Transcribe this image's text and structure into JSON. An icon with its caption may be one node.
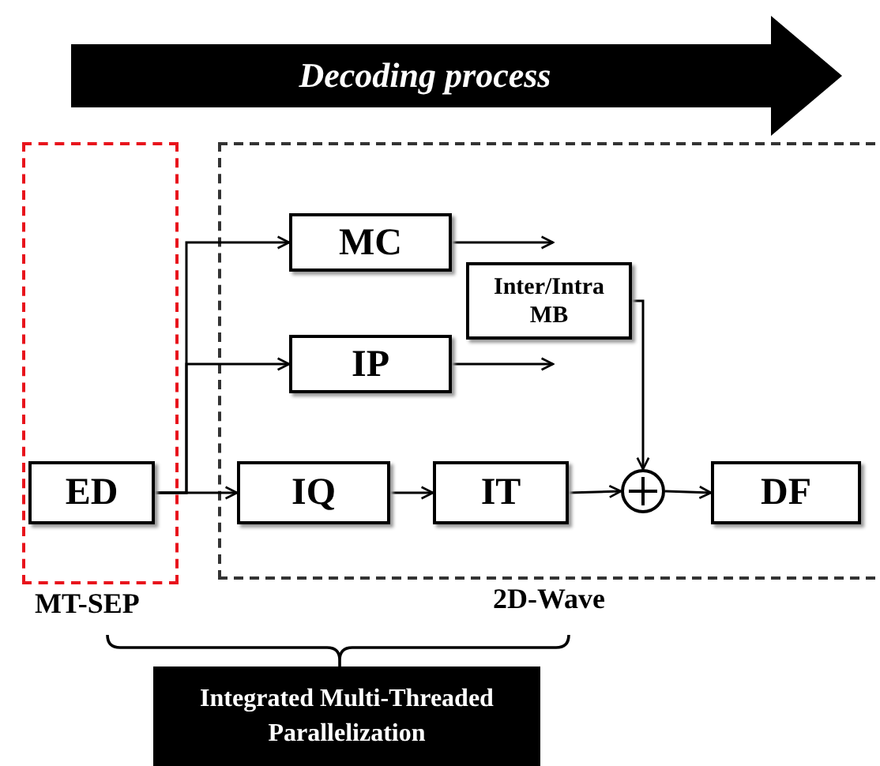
{
  "diagram": {
    "nodes": [
      {
        "text": [
          "Decoding process"
        ]
      },
      {
        "text": [
          "MT-SEP"
        ]
      },
      {
        "text": [
          "2D-Wave"
        ]
      },
      {
        "text": [
          "ED"
        ],
        "in": 1
      },
      {
        "text": [
          "MC"
        ],
        "in": 2
      },
      {
        "text": [
          "Inter/Intra MB"
        ],
        "in": 2
      },
      {
        "text": [
          "IP"
        ],
        "in": 2
      },
      {
        "text": [
          "IQ"
        ],
        "in": 2
      },
      {
        "text": [
          "IT"
        ],
        "in": 2
      },
      {
        "text": [],
        "shape": "circle",
        "in": 2
      },
      {
        "text": [
          "DF"
        ],
        "in": 2
      },
      {
        "text": [
          "Integrated Multi-Threaded Parallelization"
        ]
      }
    ],
    "edges": [
      {
        "from": 3,
        "to": 4,
        "arrow": "to"
      },
      {
        "from": 3,
        "to": 6,
        "arrow": "to"
      },
      {
        "from": 3,
        "to": 7,
        "arrow": "to"
      },
      {
        "from": 4,
        "to": 5,
        "arrow": "to"
      },
      {
        "from": 6,
        "to": 5,
        "arrow": "to"
      },
      {
        "from": 7,
        "to": 8,
        "arrow": "to"
      },
      {
        "from": 8,
        "to": 9,
        "arrow": "to"
      },
      {
        "from": 5,
        "to": 9,
        "arrow": "to"
      },
      {
        "from": 9,
        "to": 10,
        "arrow": "to"
      }
    ]
  }
}
